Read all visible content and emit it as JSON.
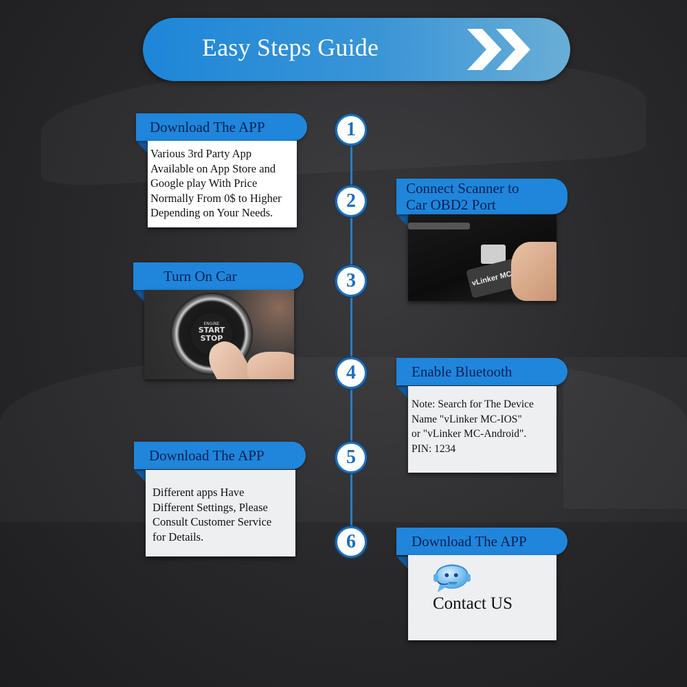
{
  "header": {
    "title": "Easy Steps Guide",
    "icon": "double-chevron-right-icon",
    "gradient": [
      "#1d86d8",
      "#6aaed6"
    ]
  },
  "colors": {
    "ribbon": "#1f86db",
    "ribbon_text": "#0d1f55",
    "timeline": "#2c7bc4",
    "card_bg": "#eeeff1",
    "background": "#2a2a2c"
  },
  "steps": [
    {
      "number": "1",
      "title": "Download The APP",
      "body": "Various 3rd Party App Available on App Store and Google play With Price Normally From 0$ to Higher Depending on Your Needs.",
      "lines": [
        "Various 3rd Party App",
        "Available on App Store and",
        "Google play With Price",
        "Normally From 0$ to Higher",
        "Depending on Your Needs."
      ]
    },
    {
      "number": "2",
      "title_lines": [
        "Connect Scanner to",
        "Car OBD2 Port"
      ],
      "image": "obd2-scanner-photo",
      "device_label": "vLinker MC+"
    },
    {
      "number": "3",
      "title": "Turn On Car",
      "image": "engine-start-button-photo",
      "button_text": [
        "ENGINE",
        "START",
        "STOP"
      ]
    },
    {
      "number": "4",
      "title": "Enable Bluetooth",
      "lines": [
        "Note: Search for The Device",
        "Name \"vLinker MC-IOS\"",
        "or \"vLinker MC-Android\".",
        "PIN: 1234"
      ]
    },
    {
      "number": "5",
      "title": "Download The APP",
      "lines": [
        "Different apps Have",
        "Different Settings, Please",
        "Consult Customer Service",
        "for Details."
      ]
    },
    {
      "number": "6",
      "title": "Download The APP",
      "icon": "customer-service-chat-icon",
      "contact_label": "Contact US"
    }
  ]
}
